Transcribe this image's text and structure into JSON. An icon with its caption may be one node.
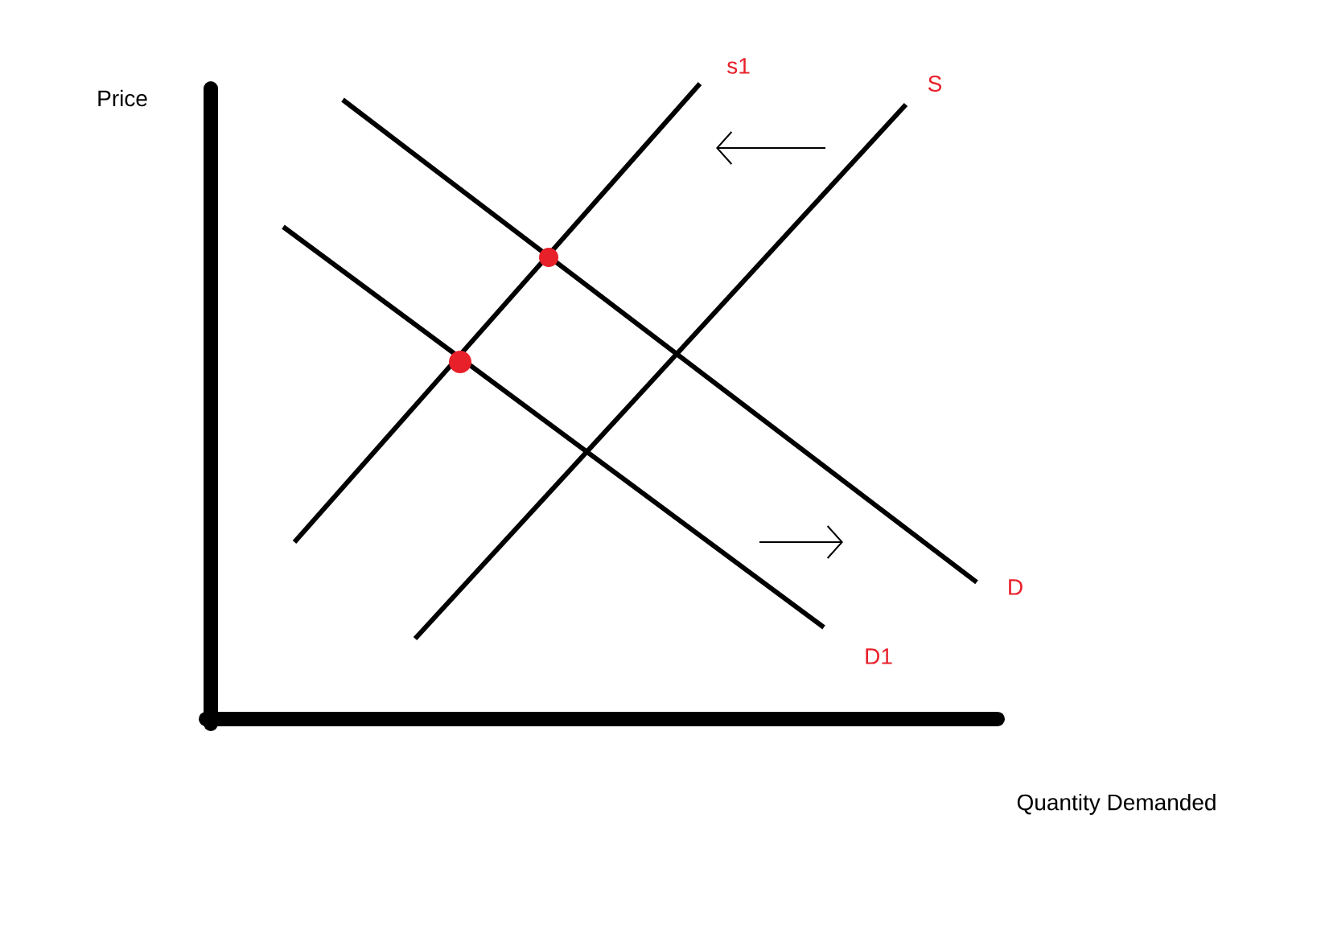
{
  "diagram": {
    "labels": [
      "s1",
      "S",
      "Price",
      "D",
      "D1",
      "Quantity Demanded"
    ]
  }
}
